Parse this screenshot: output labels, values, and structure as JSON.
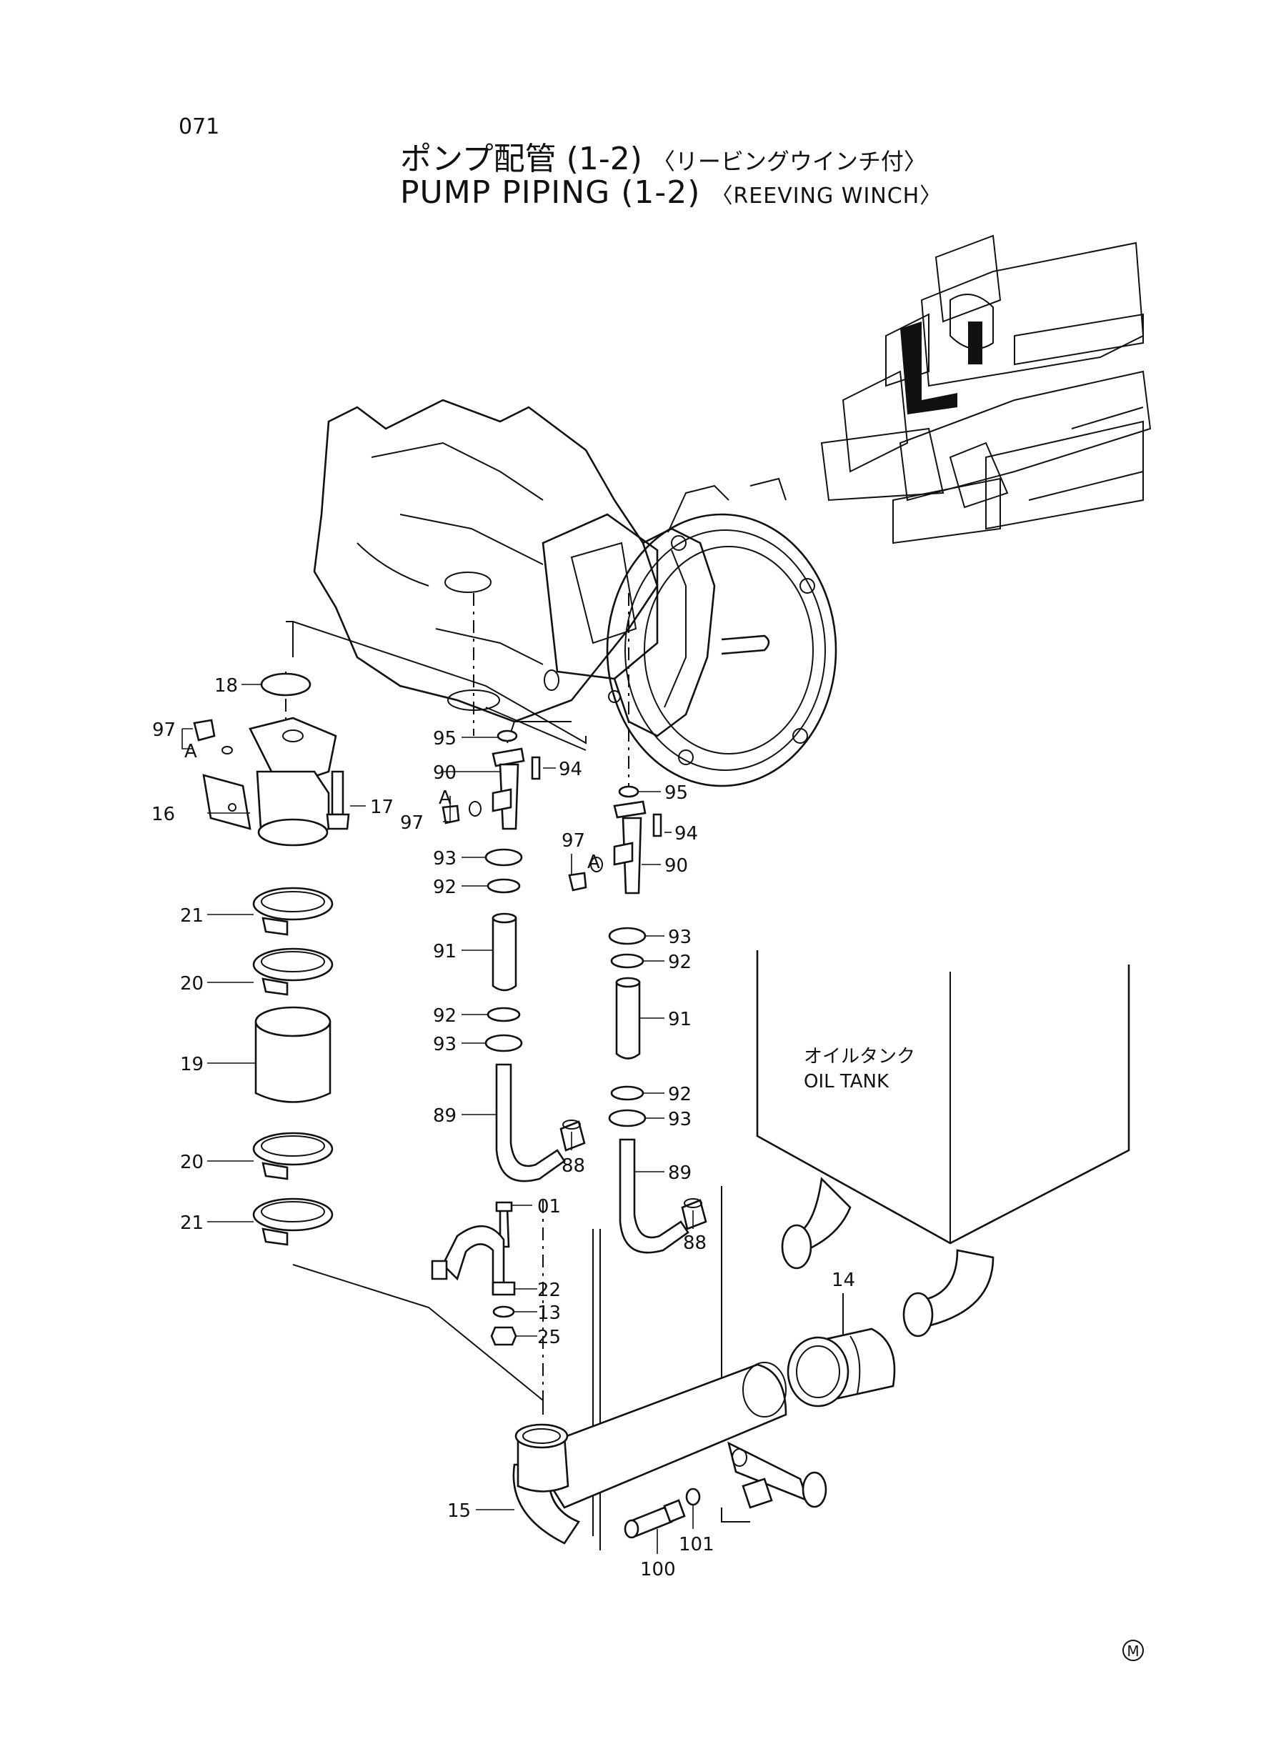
{
  "page_number": "071",
  "title": {
    "ja_main": "ポンプ配管 (1-2)",
    "ja_sub": "〈リービングウインチ付〉",
    "en_main": "PUMP PIPING (1-2)",
    "en_sub": "〈REEVING WINCH〉"
  },
  "oil_tank": {
    "ja": "オイルタンク",
    "en": "OIL TANK"
  },
  "marker_a": "A",
  "mark": "M",
  "labels": {
    "p18": "18",
    "p97L": "97",
    "p16": "16",
    "p17": "17",
    "p21a": "21",
    "p20a": "20",
    "p19": "19",
    "p20b": "20",
    "p21b": "21",
    "p95a": "95",
    "p90a": "90",
    "p94a": "94",
    "p97a": "97",
    "p93a": "93",
    "p92a": "92",
    "p91a": "91",
    "p92b": "92",
    "p93b": "93",
    "p89a": "89",
    "p88a": "88",
    "p95b": "95",
    "p94b": "94",
    "p97b": "97",
    "p90b": "90",
    "p93c": "93",
    "p92c": "92",
    "p91b": "91",
    "p92d": "92",
    "p93d": "93",
    "p89b": "89",
    "p88b": "88",
    "p01": "01",
    "p22": "22",
    "p13": "13",
    "p25": "25",
    "p14": "14",
    "p15": "15",
    "p100": "100",
    "p101": "101"
  }
}
